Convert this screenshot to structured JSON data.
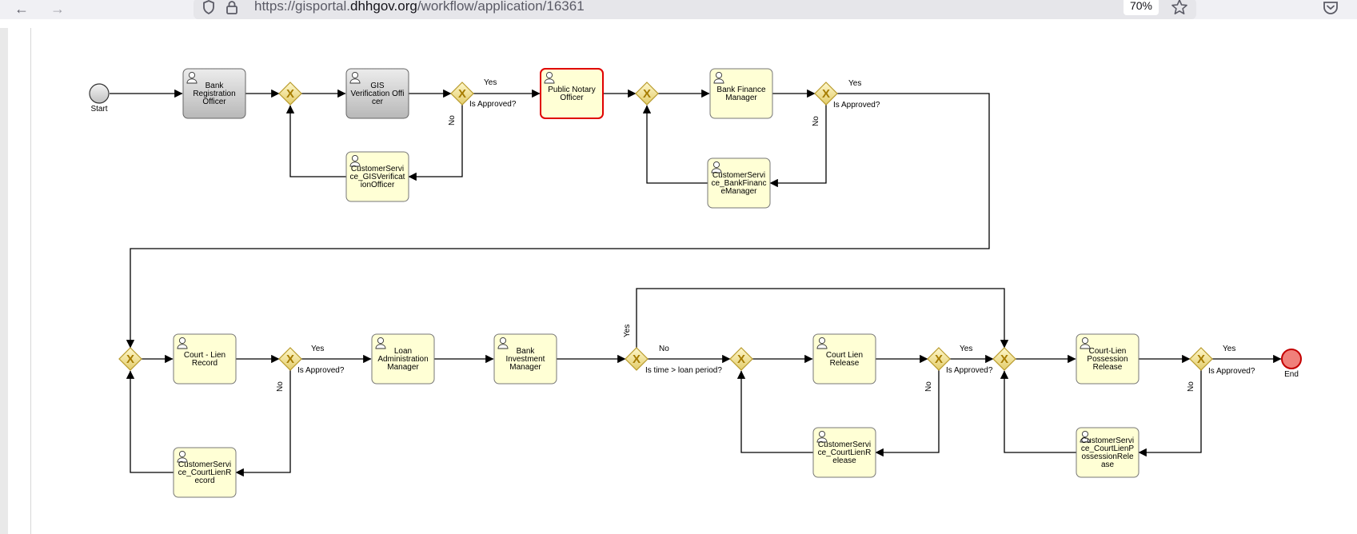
{
  "browser": {
    "url_prefix": "https://gisportal.",
    "url_domain": "dhhgov.org",
    "url_path": "/workflow/application/16361",
    "zoom": "70%",
    "back_icon": "arrow-left-icon",
    "forward_icon": "arrow-right-icon",
    "shield_icon": "shield-icon",
    "lock_icon": "lock-icon",
    "star_icon": "star-icon",
    "pocket_icon": "pocket-icon"
  },
  "diagram": {
    "events": {
      "start": "Start",
      "end": "End"
    },
    "tasks": {
      "bank_registration_officer": [
        "Bank",
        "Registration",
        "Officer"
      ],
      "gis_verification_officer": [
        "GIS",
        "Verification Offi",
        "cer"
      ],
      "public_notary_officer": [
        "Public Notary",
        "Officer"
      ],
      "bank_finance_manager": [
        "Bank Finance",
        "Manager"
      ],
      "cs_gis_verification_officer": [
        "CustomerServi",
        "ce_GISVerificat",
        "ionOfficer"
      ],
      "cs_bank_finance_manager": [
        "CustomerServi",
        "ce_BankFinanc",
        "eManager"
      ],
      "court_lien_record": [
        "Court - Lien",
        "Record"
      ],
      "loan_administration_manager": [
        "Loan",
        "Administration",
        "Manager"
      ],
      "bank_investment_manager": [
        "Bank",
        "Investment",
        "Manager"
      ],
      "court_lien_release": [
        "Court Lien",
        "Release"
      ],
      "court_lien_possession_release": [
        "Court-Lien",
        "Possession",
        "Release"
      ],
      "cs_court_lien_record": [
        "CustomerServi",
        "ce_CourtLienR",
        "ecord"
      ],
      "cs_court_lien_release": [
        "CustomerServi",
        "ce_CourtLienR",
        "elease"
      ],
      "cs_court_lien_possession_release": [
        "CustomerServi",
        "ce_CourtLienP",
        "ossessionRele",
        "ase"
      ]
    },
    "labels": {
      "yes": "Yes",
      "no": "No",
      "is_approved": "Is Approved?",
      "is_time_loan": "Is time > loan period?"
    },
    "colors": {
      "task_fill": "#ffffd5",
      "completed_fill": "#c8c8c8",
      "active_border": "#e00000",
      "gateway_fill": "#f0e39a",
      "gateway_x": "#b08a10",
      "end_fill": "#f0807a",
      "end_border": "#c40000"
    }
  }
}
